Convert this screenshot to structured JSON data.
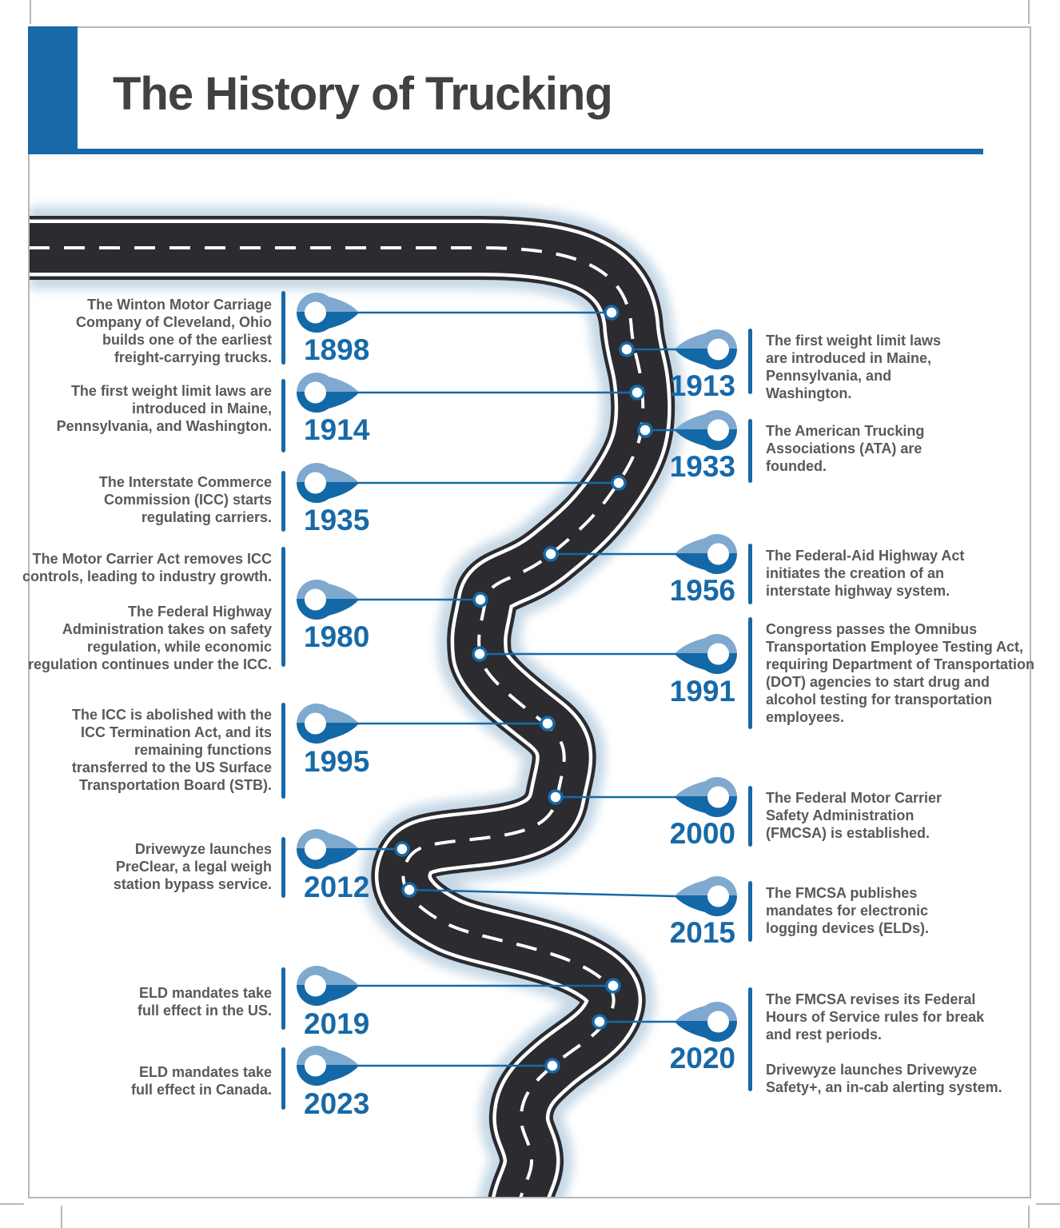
{
  "header": {
    "title": "The History of Trucking"
  },
  "colors": {
    "accent_blue": "#1769a8",
    "pin_light_blue": "#7fa9cf",
    "body_text_gray": "#58595b",
    "title_gray": "#414042",
    "road_dark": "#2b2b30",
    "page_border_gray": "#b5b7b9"
  },
  "road": {
    "style": "black road with white edge lines and white dashed centerline"
  },
  "entries": [
    {
      "year": "1898",
      "side": "left",
      "text": "The Winton Motor Carriage\nCompany of Cleveland, Ohio\nbuilds one of the earliest\nfreight-carrying trucks."
    },
    {
      "year": "1913",
      "side": "right",
      "text": "The first weight limit laws\nare introduced in Maine,\nPennsylvania, and\nWashington."
    },
    {
      "year": "1914",
      "side": "left",
      "text": "The first weight limit laws are\nintroduced in Maine,\nPennsylvania, and Washington."
    },
    {
      "year": "1933",
      "side": "right",
      "text": "The American Trucking\nAssociations (ATA) are\nfounded."
    },
    {
      "year": "1935",
      "side": "left",
      "text": "The Interstate Commerce\nCommission (ICC) starts\nregulating carriers."
    },
    {
      "year": "1956",
      "side": "right",
      "text": "The Federal-Aid Highway Act\ninitiates the creation of an\ninterstate highway system."
    },
    {
      "year": "1980",
      "side": "left",
      "text": "The Motor Carrier Act removes ICC\ncontrols, leading to industry growth.\n\nThe Federal Highway\nAdministration takes on safety\nregulation, while economic\nregulation continues under the ICC."
    },
    {
      "year": "1991",
      "side": "right",
      "text": "Congress passes the Omnibus\nTransportation Employee Testing Act,\nrequiring Department of Transportation\n(DOT) agencies to start drug and\nalcohol testing for transportation\nemployees."
    },
    {
      "year": "1995",
      "side": "left",
      "text": "The ICC is abolished with the\nICC Termination Act, and its\nremaining functions\ntransferred to the US Surface\nTransportation Board (STB)."
    },
    {
      "year": "2000",
      "side": "right",
      "text": "The Federal Motor Carrier\nSafety Administration\n(FMCSA) is established."
    },
    {
      "year": "2012",
      "side": "left",
      "text": "Drivewyze launches\nPreClear, a legal weigh\nstation bypass service."
    },
    {
      "year": "2015",
      "side": "right",
      "text": "The FMCSA publishes\nmandates for electronic\nlogging devices (ELDs)."
    },
    {
      "year": "2019",
      "side": "left",
      "text": "ELD mandates take\nfull effect in the US."
    },
    {
      "year": "2020",
      "side": "right",
      "text": "The FMCSA revises its Federal\nHours of Service rules for break\nand rest periods.\n\nDrivewyze launches Drivewyze\nSafety+, an in-cab alerting system."
    },
    {
      "year": "2023",
      "side": "left",
      "text": "ELD mandates take\nfull effect in Canada."
    }
  ]
}
